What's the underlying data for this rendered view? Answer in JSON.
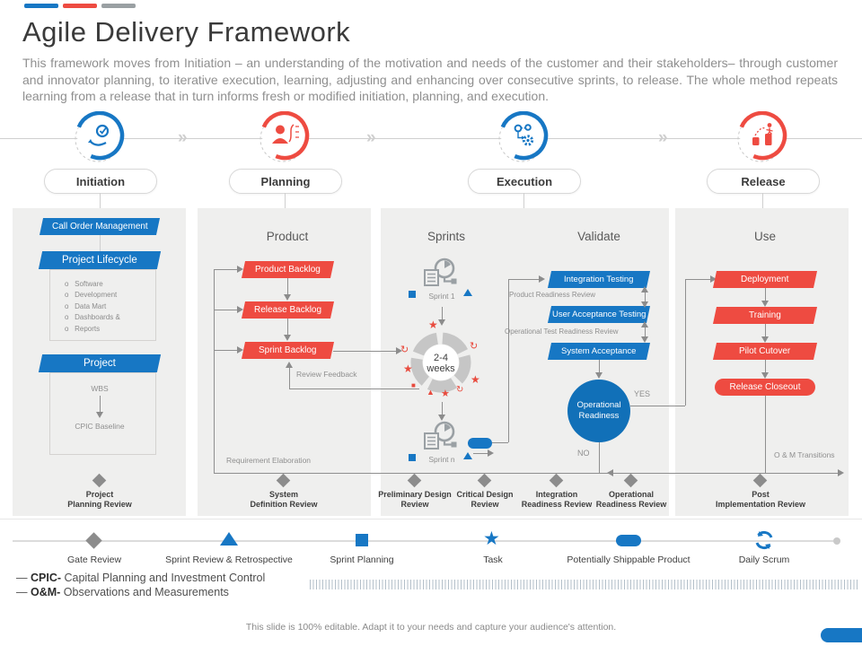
{
  "slide": {
    "title": "Agile Delivery Framework",
    "description": "This framework moves from Initiation  – an understanding of the motivation and needs of the customer and their stakeholders– through customer and innovator planning, to iterative execution, learning, adjusting and enhancing over consecutive sprints, to release. The whole method repeats learning from a release that in turn informs fresh or modified initiation,  planning,  and execution.",
    "footer": "This slide is 100% editable. Adapt it to your needs and capture your audience's attention."
  },
  "colors": {
    "blue": "#1777c4",
    "red": "#ee4b41",
    "panel_gray": "#efefee",
    "marker_gray": "#8c8c8c"
  },
  "glyphs": {
    "chevrons": "»",
    "bullet": "o",
    "star": "★",
    "refresh": "↻",
    "triangle_up": "▲",
    "square": "■",
    "dash": "—"
  },
  "phases": [
    {
      "label": "Initiation",
      "color": "#1777c4",
      "icon": "sprint-loop"
    },
    {
      "label": "Planning",
      "color": "#ee4b41",
      "icon": "person-checklist"
    },
    {
      "label": "Execution",
      "color": "#1777c4",
      "icon": "process-gears"
    },
    {
      "label": "Release",
      "color": "#ee4b41",
      "icon": "milestone-climb"
    }
  ],
  "initiation": {
    "banner1": "Call Order Management",
    "banner2": "Project Lifecycle",
    "lifecycle_items": [
      "Software",
      "Development",
      "Data Mart",
      "Dashboards &",
      "Reports"
    ],
    "banner3": "Project",
    "wbs": "WBS",
    "cpic": "CPIC Baseline"
  },
  "planning": {
    "header": "Product",
    "banners": [
      "Product Backlog",
      "Release Backlog",
      "Sprint Backlog"
    ],
    "review_feedback": "Review Feedback",
    "requirement_elaboration": "Requirement  Elaboration"
  },
  "execution": {
    "sprints_header": "Sprints",
    "validate_header": "Validate",
    "sprint1": "Sprint 1",
    "sprintn": "Sprint n",
    "cycle_line1": "2-4",
    "cycle_line2": "weeks",
    "validate_banners": [
      "Integration Testing",
      "User Acceptance Testing",
      "System Acceptance"
    ],
    "product_readiness": "Product  Readiness  Review",
    "operational_test_readiness": "Operational  Test Readiness  Review",
    "decision": "Operational Readiness",
    "yes": "YES",
    "no": "NO"
  },
  "release": {
    "header": "Use",
    "banners": [
      "Deployment",
      "Training",
      "Pilot Cutover"
    ],
    "closeout": "Release Closeout",
    "om_transitions": "O & M Transitions"
  },
  "milestones": [
    {
      "line1": "Project",
      "line2": "Planning Review"
    },
    {
      "line1": "System",
      "line2": "Definition Review"
    },
    {
      "line1": "Preliminary  Design",
      "line2": "Review"
    },
    {
      "line1": "Critical Design",
      "line2": "Review"
    },
    {
      "line1": "Integration",
      "line2": "Readiness  Review"
    },
    {
      "line1": "Operational",
      "line2": "Readiness  Review"
    },
    {
      "line1": "Post",
      "line2": "Implementation  Review"
    }
  ],
  "legend": [
    {
      "label": "Gate Review",
      "shape": "diamond"
    },
    {
      "label": "Sprint Review & Retrospective",
      "shape": "triangle"
    },
    {
      "label": "Sprint Planning",
      "shape": "square"
    },
    {
      "label": "Task",
      "shape": "star"
    },
    {
      "label": "Potentially Shippable Product",
      "shape": "pill"
    },
    {
      "label": "Daily Scrum",
      "shape": "scrum"
    }
  ],
  "definitions": [
    {
      "term": "CPIC-",
      "text": "Capital Planning and Investment Control"
    },
    {
      "term": "O&M-",
      "text": "Observations and Measurements"
    }
  ]
}
